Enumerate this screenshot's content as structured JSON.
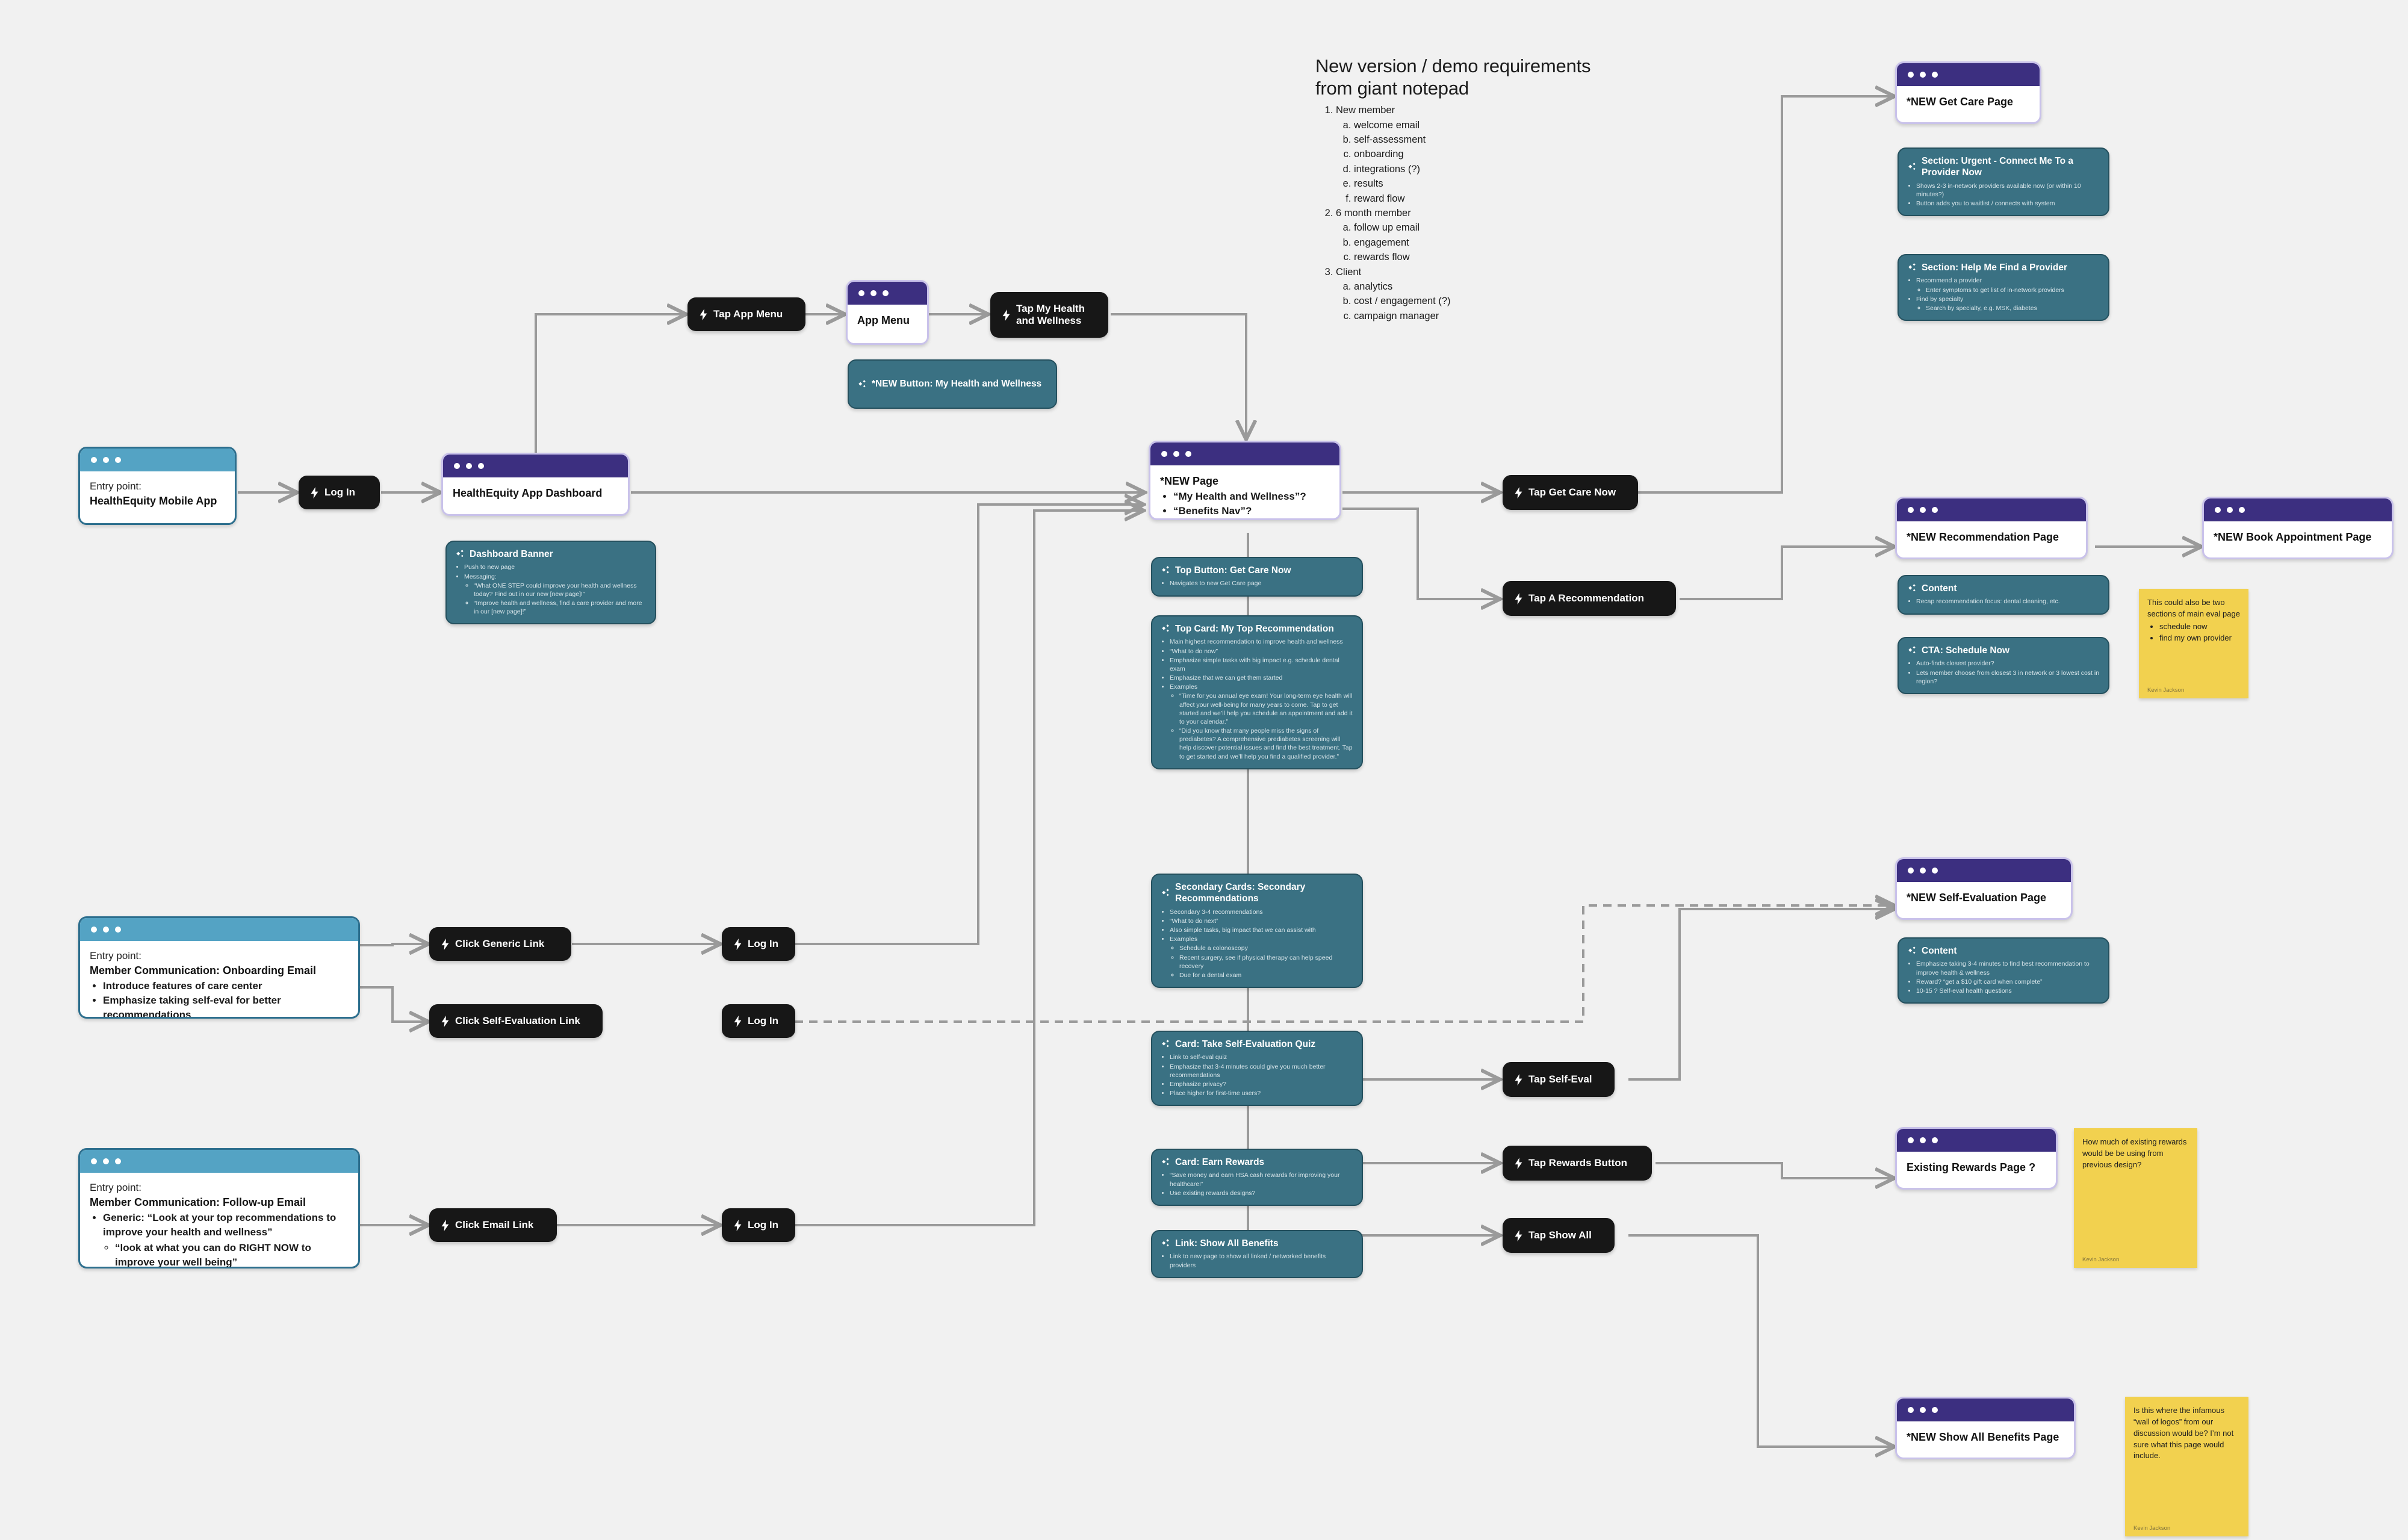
{
  "notepad": {
    "title_line1": "New version / demo requirements",
    "title_line2": "from giant notepad",
    "sections": [
      {
        "label": "New member",
        "items": [
          "welcome email",
          "self-assessment",
          "onboarding",
          "integrations (?)",
          "results",
          "reward flow"
        ]
      },
      {
        "label": "6 month member",
        "items": [
          "follow up email",
          "engagement",
          "rewards flow"
        ]
      },
      {
        "label": "Client",
        "items": [
          "analytics",
          "cost / engagement (?)",
          "campaign manager"
        ]
      }
    ]
  },
  "entry_points": {
    "mobile_app": {
      "lead": "Entry point:",
      "title": "HealthEquity Mobile App"
    },
    "onboarding_email": {
      "lead": "Entry point:",
      "title": "Member Communication: Onboarding Email",
      "bullets": [
        "Introduce features of care center",
        "Emphasize taking self-eval for better recommendations"
      ]
    },
    "followup_email": {
      "lead": "Entry point:",
      "title": "Member Communication: Follow-up Email",
      "bullet": "Generic: “Look at your top recommendations to improve your health and wellness”",
      "sub_bullet": "“look at what you can do RIGHT NOW to improve your well being”"
    }
  },
  "actions": {
    "log_in": "Log In",
    "tap_app_menu": "Tap App Menu",
    "tap_my_health_and_wellness": "Tap My Health and Wellness",
    "tap_get_care_now": "Tap Get Care Now",
    "tap_a_recommendation": "Tap A Recommendation",
    "tap_self_eval": "Tap Self-Eval",
    "tap_rewards_button": "Tap Rewards Button",
    "tap_show_all": "Tap Show All",
    "click_generic_link": "Click Generic Link",
    "click_self_evaluation_link": "Click Self-Evaluation Link",
    "click_email_link": "Click Email Link"
  },
  "pages": {
    "dashboard": {
      "title": "HealthEquity App Dashboard"
    },
    "app_menu": {
      "title": "App Menu"
    },
    "new_page": {
      "title": "*NEW Page",
      "bullets": [
        "“My Health and Wellness”?",
        "“Benefits Nav”?"
      ]
    },
    "get_care": {
      "title": "*NEW Get Care Page"
    },
    "recommendation": {
      "title": "*NEW Recommendation Page"
    },
    "book_appointment": {
      "title": "*NEW Book Appointment Page"
    },
    "self_evaluation": {
      "title": "*NEW Self-Evaluation Page"
    },
    "existing_rewards": {
      "title": "Existing Rewards Page ?"
    },
    "show_all_benefits": {
      "title": "*NEW Show All Benefits Page"
    }
  },
  "specs": {
    "dashboard_banner": {
      "heading": "Dashboard Banner",
      "bullets": [
        {
          "text": "Push to new page"
        },
        {
          "text": "Messaging:",
          "children": [
            "“What ONE STEP could improve your health and wellness today? Find out in our new [new page]!”",
            "“Improve health and wellness, find a care provider and more in our [new page]!”"
          ]
        }
      ]
    },
    "new_button_mhw": {
      "heading": "*NEW Button: My Health and Wellness",
      "bullets": []
    },
    "top_button_get_care_now": {
      "heading": "Top Button: Get Care Now",
      "bullets": [
        {
          "text": "Navigates to new Get Care page"
        }
      ]
    },
    "top_card_my_top_recommendation": {
      "heading": "Top Card: My Top Recommendation",
      "bullets": [
        {
          "text": "Main highest recommendation to improve health and wellness"
        },
        {
          "text": "“What to do now”"
        },
        {
          "text": "Emphasize simple tasks with big impact e.g. schedule dental exam"
        },
        {
          "text": "Emphasize that we can get them started"
        },
        {
          "text": "Examples",
          "children": [
            "“Time for you annual eye exam! Your long-term eye health will affect your well-being for many years to come. Tap to get started and we’ll help you schedule an appointment and add it to your calendar.”",
            "“Did you know that many people miss the signs of prediabetes? A comprehensive prediabetes screening will help discover potential issues and find the best treatment. Tap to get started and we’ll help you find a qualified provider.”"
          ]
        }
      ]
    },
    "secondary_cards": {
      "heading": "Secondary Cards: Secondary Recommendations",
      "bullets": [
        {
          "text": "Secondary 3-4 recommendations"
        },
        {
          "text": "“What to do next”"
        },
        {
          "text": "Also simple tasks, big impact that we can assist with"
        },
        {
          "text": "Examples",
          "children": [
            "Schedule a colonoscopy",
            "Recent surgery, see if physical therapy can help speed recovery",
            "Due for a dental exam"
          ]
        }
      ]
    },
    "card_self_eval_quiz": {
      "heading": "Card: Take Self-Evaluation Quiz",
      "bullets": [
        {
          "text": "Link to self-eval quiz"
        },
        {
          "text": "Emphasize that 3-4 minutes could give you much better recommendations"
        },
        {
          "text": "Emphasize privacy?"
        },
        {
          "text": "Place higher for first-time users?"
        }
      ]
    },
    "card_earn_rewards": {
      "heading": "Card: Earn Rewards",
      "bullets": [
        {
          "text": "“Save money and earn HSA cash rewards for improving your healthcare!”"
        },
        {
          "text": "Use existing rewards designs?"
        }
      ]
    },
    "link_show_all_benefits": {
      "heading": "Link: Show All Benefits",
      "bullets": [
        {
          "text": "Link to new page to show all linked / networked benefits providers"
        }
      ]
    },
    "section_urgent": {
      "heading": "Section: Urgent - Connect Me To a Provider Now",
      "bullets": [
        {
          "text": "Shows 2-3 in-network providers available now (or within 10 minutes?)"
        },
        {
          "text": "Button adds you to waitlist / connects with system"
        }
      ]
    },
    "section_help_find_provider": {
      "heading": "Section: Help Me Find a Provider",
      "bullets": [
        {
          "text": "Recommend a provider",
          "children": [
            "Enter symptoms to get list of in-network providers"
          ]
        },
        {
          "text": "Find by specialty",
          "children": [
            "Search by specialty, e.g. MSK, diabetes"
          ]
        }
      ]
    },
    "recommendation_content": {
      "heading": "Content",
      "bullets": [
        {
          "text": "Recap recommendation focus: dental cleaning, etc."
        }
      ]
    },
    "cta_schedule_now": {
      "heading": "CTA: Schedule Now",
      "bullets": [
        {
          "text": "Auto-finds closest provider?"
        },
        {
          "text": "Lets member choose from closest 3 in network or 3 lowest cost in region?"
        }
      ]
    },
    "self_eval_content": {
      "heading": "Content",
      "bullets": [
        {
          "text": "Emphasize taking 3-4 minutes to find best recommendation to improve health & wellness"
        },
        {
          "text": "Reward? “get a $10 gift card when complete”"
        },
        {
          "text": "10-15 ? Self-eval health questions"
        }
      ]
    }
  },
  "stickies": {
    "eval_sections": {
      "text": "This could also be two sections of main eval page",
      "bullets": [
        "schedule now",
        "find my own provider"
      ],
      "author": "Kevin Jackson"
    },
    "rewards_question": {
      "text": "How much of existing rewards would be be using from previous design?",
      "bullets": [],
      "author": "Kevin Jackson"
    },
    "wall_of_logos": {
      "text": "Is this where the infamous “wall of logos” from our discussion would be? I’m not sure what this page would include.",
      "bullets": [],
      "author": "Kevin Jackson"
    }
  },
  "colors": {
    "background": "#f1f1f1",
    "purple_header": "#3c2f80",
    "blue_header": "#54a3c4",
    "teal_card": "#3a7183",
    "action_black": "#171717",
    "sticky_yellow": "#f2d14f",
    "edge_gray": "#9a9a9a"
  }
}
